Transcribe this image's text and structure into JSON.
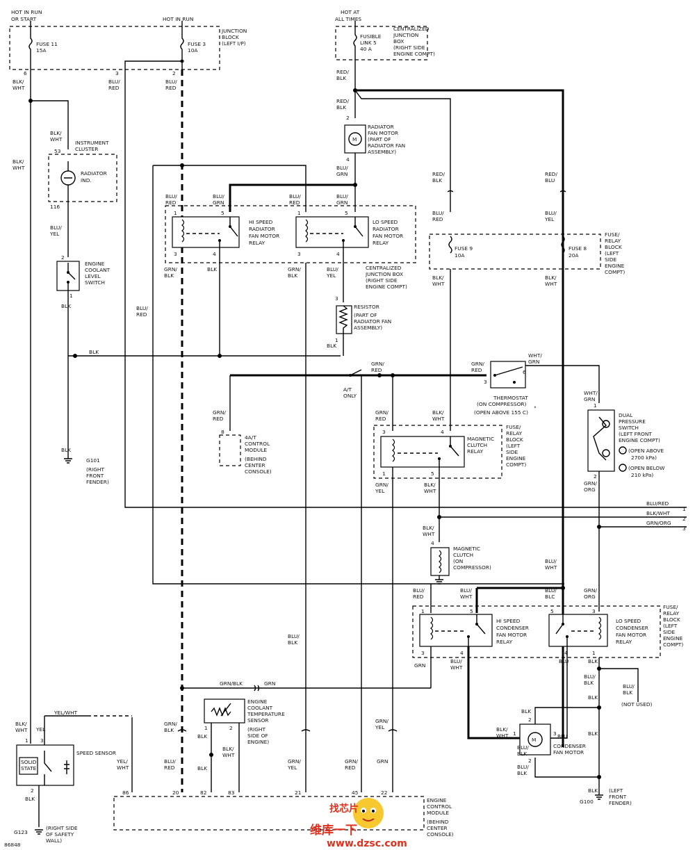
{
  "labels": {
    "hot_run_start": [
      "HOT IN RUN",
      "OR START"
    ],
    "hot_in_run": "HOT IN RUN",
    "hot_all_times": [
      "HOT AT",
      "ALL TIMES"
    ],
    "fuse11": [
      "FUSE 11",
      "15A"
    ],
    "fuse3": [
      "FUSE 3",
      "10A"
    ],
    "junction_block": [
      "JUNCTION",
      "BLOCK",
      "(LEFT I/P)"
    ],
    "fusible_link": [
      "FUSIBLE",
      "LINK 5",
      "40 A"
    ],
    "central_jbox_top": [
      "CENTRALIZED",
      "JUNCTION",
      "BOX",
      "(RIGHT SIDE",
      "ENGINE COMPT)"
    ],
    "radiator_fan_motor": [
      "RADIATOR",
      "FAN MOTOR",
      "(PART OF",
      "RADIATOR FAN",
      "ASSEMBLY)"
    ],
    "instrument_cluster": [
      "INSTRUMENT",
      "CLUSTER"
    ],
    "radiator_ind": [
      "RADIATOR",
      "IND."
    ],
    "hi_radiator_relay": [
      "HI SPEED",
      "RADIATOR",
      "FAN MOTOR",
      "RELAY"
    ],
    "lo_radiator_relay": [
      "LO SPEED",
      "RADIATOR",
      "FAN MOTOR",
      "RELAY"
    ],
    "central_jbox_mid": [
      "CENTRALIZED",
      "JUNCTION BOX",
      "(RIGHT SIDE",
      "ENGINE COMPT)"
    ],
    "fuse9": [
      "FUSE 9",
      "10A"
    ],
    "fuse8": [
      "FUSE 8",
      "20A"
    ],
    "fuse_relay_block_left": [
      "FUSE/",
      "RELAY",
      "BLOCK",
      "(LEFT",
      "SIDE",
      "ENGINE",
      "COMPT)"
    ],
    "coolant_level_switch": [
      "ENGINE",
      "COOLANT",
      "LEVEL",
      "SWITCH"
    ],
    "resistor": [
      "RESISTOR",
      "(PART OF",
      "RADIATOR FAN",
      "ASSEMBLY)"
    ],
    "thermostat": [
      "THERMOSTAT",
      "(ON COMPRESSOR)",
      "(OPEN ABOVE 155 C)",
      "°"
    ],
    "at_only": [
      "A/T",
      "ONLY"
    ],
    "at_control_module": [
      "4A/T",
      "CONTROL",
      "MODULE",
      "(BEHIND",
      "CENTER",
      "CONSOLE)"
    ],
    "magnetic_clutch_relay": [
      "MAGNETIC",
      "CLUTCH",
      "RELAY"
    ],
    "fuse_relay_block_mag": [
      "FUSE/",
      "RELAY",
      "BLOCK",
      "(LEFT",
      "SIDE",
      "ENGINE",
      "COMPT)"
    ],
    "dual_pressure_switch": [
      "DUAL",
      "PRESSURE",
      "SWITCH",
      "(LEFT FRONT",
      "ENGINE COMPT)"
    ],
    "pressure_notes": [
      "(OPEN ABOVE",
      "2700 kPa)",
      "(OPEN BELOW",
      "210 kPa)"
    ],
    "ground_g101": [
      "G101",
      "(RIGHT",
      "FRONT",
      "FENDER)"
    ],
    "magnetic_clutch": [
      "MAGNETIC",
      "CLUTCH",
      "(ON",
      "COMPRESSOR)"
    ],
    "hi_condenser_relay": [
      "HI SPEED",
      "CONDENSER",
      "FAN MOTOR",
      "RELAY"
    ],
    "lo_condenser_relay": [
      "LO SPEED",
      "CONDENSER",
      "FAN MOTOR",
      "RELAY"
    ],
    "fuse_relay_block_cond": [
      "FUSE/",
      "RELAY",
      "BLOCK",
      "(LEFT",
      "SIDE",
      "ENGINE",
      "COMPT)"
    ],
    "not_used": "(NOT USED)",
    "condenser_fan_motor": [
      "CONDENSER",
      "FAN MOTOR"
    ],
    "coolant_temp_sensor": [
      "ENGINE",
      "COOLANT",
      "TEMPERATURE",
      "SENSOR",
      "(RIGHT",
      "SIDE OF",
      "ENGINE)"
    ],
    "speed_sensor": "SPEED SENSOR",
    "solid_state": [
      "SOLID",
      "STATE"
    ],
    "ecm": [
      "ENGINE",
      "CONTROL",
      "MODULE",
      "(BEHIND",
      "CENTER",
      "CONSOLE)"
    ],
    "ground_g123": [
      "G123",
      "(RIGHT SIDE",
      "OF SAFETY",
      "WALL)"
    ],
    "ground_g100": [
      "G100",
      "(LEFT",
      "FRONT",
      "FENDER)"
    ],
    "figure_id": "86848",
    "bus": [
      "BLU/RED",
      "BLK/WHT",
      "GRN/ORG"
    ],
    "bus_nums": [
      "1",
      "2",
      "3"
    ]
  },
  "wire_labels": {
    "blk_wht": [
      "BLK/",
      "WHT"
    ],
    "blu_red": [
      "BLU/",
      "RED"
    ],
    "red_blk": [
      "RED/",
      "BLK"
    ],
    "blu_grn": [
      "BLU/",
      "GRN"
    ],
    "grn_blk": [
      "GRN/",
      "BLK"
    ],
    "blu_blk": [
      "BLU/",
      "BLK"
    ],
    "blu_yel": [
      "BLU/",
      "YEL"
    ],
    "blu_wht": [
      "BLU/",
      "WHT"
    ],
    "red_blu": [
      "RED/",
      "BLU"
    ],
    "grn_red": [
      "GRN/",
      "RED"
    ],
    "grn_yel": [
      "GRN/",
      "YEL"
    ],
    "wht_grn": [
      "WHT/",
      "GRN"
    ],
    "grn_org": [
      "GRN/",
      "ORG"
    ],
    "blu_blc": [
      "BLU/",
      "BLC"
    ],
    "yel_wht": [
      "YEL/",
      "WHT"
    ],
    "yel_wht_inline": "YEL/WHT",
    "grn_blk_inline": "GRN/BLK",
    "blk": "BLK",
    "blu": "BLU",
    "grn": "GRN",
    "yel": "YEL"
  },
  "watermark": {
    "top": "找芯片",
    "cn": "维库一下",
    "url": "www.dzsc.com"
  }
}
